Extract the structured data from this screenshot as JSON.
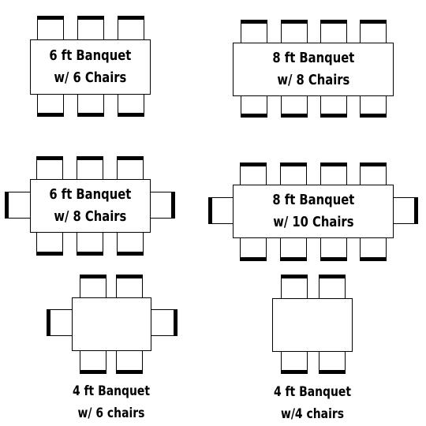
{
  "colors": {
    "line": "#000000",
    "fill": "#ffffff"
  },
  "layouts": [
    {
      "id": "6ft-6",
      "label_line1": "6 ft Banquet",
      "label_line2": "w/ 6 Chairs",
      "label_inside": true,
      "chairs_per_side": 3,
      "end_chairs": false
    },
    {
      "id": "8ft-8",
      "label_line1": "8 ft Banquet",
      "label_line2": "w/ 8 Chairs",
      "label_inside": true,
      "chairs_per_side": 4,
      "end_chairs": false
    },
    {
      "id": "6ft-8",
      "label_line1": "6 ft Banquet",
      "label_line2": "w/ 8 Chairs",
      "label_inside": true,
      "chairs_per_side": 3,
      "end_chairs": true
    },
    {
      "id": "8ft-10",
      "label_line1": "8 ft Banquet",
      "label_line2": "w/ 10 Chairs",
      "label_inside": true,
      "chairs_per_side": 4,
      "end_chairs": true
    },
    {
      "id": "4ft-6",
      "label_line1": "4 ft Banquet",
      "label_line2": "w/ 6 chairs",
      "label_inside": false,
      "chairs_per_side": 2,
      "end_chairs": true
    },
    {
      "id": "4ft-4",
      "label_line1": "4 ft Banquet",
      "label_line2": "w/4 chairs",
      "label_inside": false,
      "chairs_per_side": 2,
      "end_chairs": false
    }
  ]
}
